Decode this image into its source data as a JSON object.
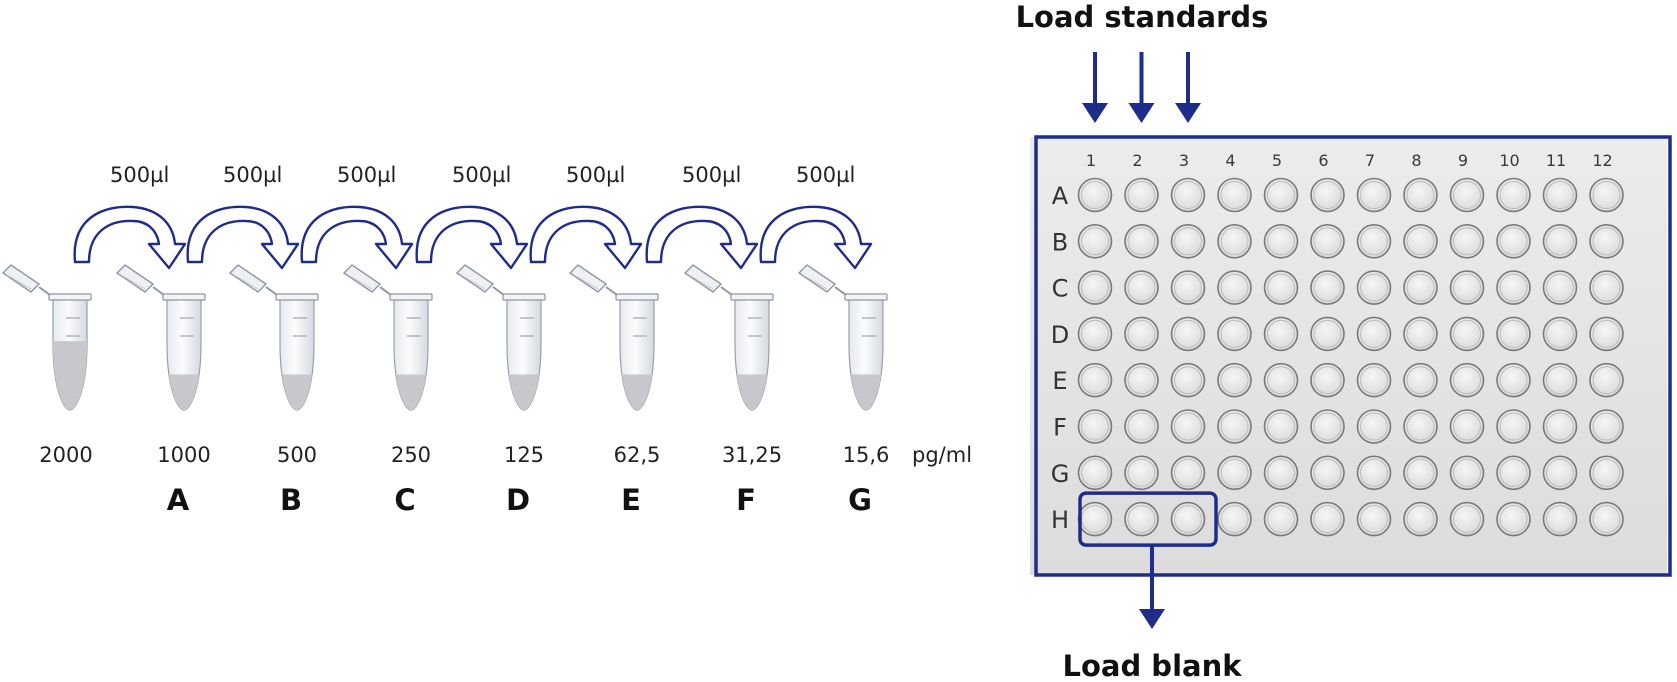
{
  "dilution": {
    "transfer_volume": "500µl",
    "transfers": [
      "500µl",
      "500µl",
      "500µl",
      "500µl",
      "500µl",
      "500µl",
      "500µl"
    ],
    "tubes": [
      {
        "concentration": "2000",
        "label": "",
        "fill_level": 0.62
      },
      {
        "concentration": "1000",
        "label": "A",
        "fill_level": 0.32
      },
      {
        "concentration": "500",
        "label": "B",
        "fill_level": 0.32
      },
      {
        "concentration": "250",
        "label": "C",
        "fill_level": 0.32
      },
      {
        "concentration": "125",
        "label": "D",
        "fill_level": 0.32
      },
      {
        "concentration": "62,5",
        "label": "E",
        "fill_level": 0.32
      },
      {
        "concentration": "31,25",
        "label": "F",
        "fill_level": 0.32
      },
      {
        "concentration": "15,6",
        "label": "G",
        "fill_level": 0.32
      }
    ],
    "unit": "pg/ml"
  },
  "plate": {
    "top_label": "Load standards",
    "bottom_label": "Load blank",
    "columns": [
      "1",
      "2",
      "3",
      "4",
      "5",
      "6",
      "7",
      "8",
      "9",
      "10",
      "11",
      "12"
    ],
    "rows": [
      "A",
      "B",
      "C",
      "D",
      "E",
      "F",
      "G",
      "H"
    ],
    "standard_columns": [
      "1",
      "2",
      "3"
    ],
    "blank_row": "H",
    "blank_wells": [
      "1",
      "2",
      "3"
    ]
  },
  "colors": {
    "accent": "#1F2D8A",
    "tube_liquid": "#c7c7cc",
    "plate_bg": "#e4e4e4",
    "well_stroke": "#7a7a7a"
  }
}
